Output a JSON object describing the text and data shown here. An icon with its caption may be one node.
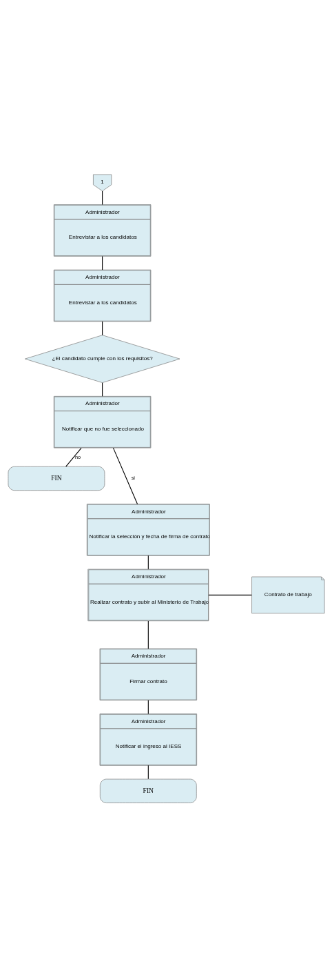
{
  "diagram": {
    "nodes": [
      {
        "text": [
          "1"
        ]
      },
      {
        "text": [
          "Administrador",
          "Entrevistar a los candidatos"
        ]
      },
      {
        "text": [
          "Administrador",
          "Entrevistar a los candidatos"
        ]
      },
      {
        "text": [
          "¿El candidato cumple con los requisitos?"
        ]
      },
      {
        "text": [
          "Administrador",
          "Notificar que no fue seleccionado"
        ]
      },
      {
        "text": [
          "FIN"
        ]
      },
      {
        "text": [
          "Administrador",
          "Notificar la selección y fecha de firma de contrato"
        ]
      },
      {
        "text": [
          "Administrador",
          "Realizar contrato y subir al Ministerio de Trabajo"
        ]
      },
      {
        "text": [
          "Contrato de trabajo"
        ]
      },
      {
        "text": [
          "Administrador",
          "Firmar contrato"
        ]
      },
      {
        "text": [
          "Administrador",
          "Notificar el ingreso al IESS"
        ]
      },
      {
        "text": [
          "FIN"
        ]
      }
    ],
    "edges": [
      {
        "from": 0,
        "to": 1,
        "arrow": "none"
      },
      {
        "from": 1,
        "to": 2,
        "arrow": "none"
      },
      {
        "from": 2,
        "to": 3,
        "arrow": "none"
      },
      {
        "from": 3,
        "to": 4,
        "arrow": "none"
      },
      {
        "from": 4,
        "to": 5,
        "arrow": "none",
        "label": "no"
      },
      {
        "from": 4,
        "to": 6,
        "arrow": "none",
        "label": "si"
      },
      {
        "from": 6,
        "to": 7,
        "arrow": "none"
      },
      {
        "from": 7,
        "to": 8,
        "arrow": "none"
      },
      {
        "from": 7,
        "to": 9,
        "arrow": "none"
      },
      {
        "from": 9,
        "to": 10,
        "arrow": "none"
      },
      {
        "from": 10,
        "to": 11,
        "arrow": "none"
      }
    ]
  }
}
